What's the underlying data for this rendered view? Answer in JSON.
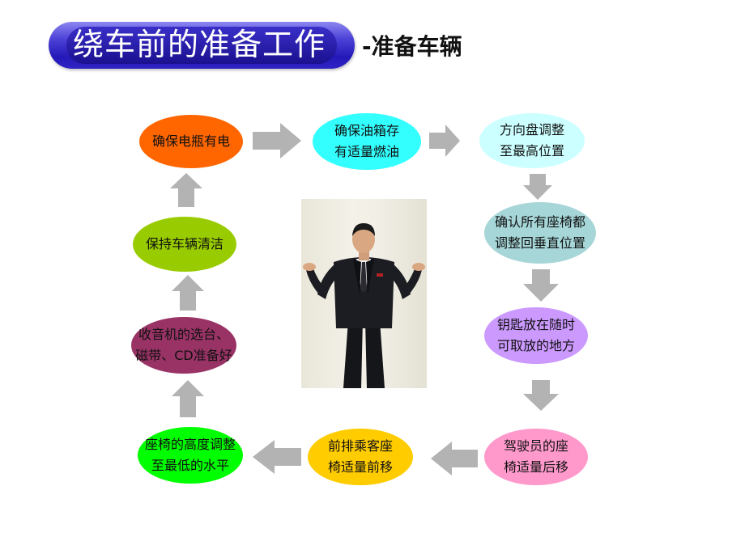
{
  "title": "绕车前的准备工作",
  "subtitle": "-准备车辆",
  "colors": {
    "banner": "#2a1fb6",
    "arrow": "#b3b3b3"
  },
  "nodes": [
    {
      "id": "battery",
      "label": "确保电瓶有电",
      "color": "#ff6600"
    },
    {
      "id": "fuel",
      "label": "确保油箱存\n有适量燃油",
      "color": "#33ffff"
    },
    {
      "id": "steering",
      "label": "方向盘调整\n至最高位置",
      "color": "#ccffff"
    },
    {
      "id": "seats-upright",
      "label": "确认所有座椅都\n调整回垂直位置",
      "color": "#a6d6d8"
    },
    {
      "id": "key",
      "label": "钥匙放在随时\n可取放的地方",
      "color": "#cc99ff"
    },
    {
      "id": "driver-seat",
      "label": "驾驶员的座\n椅适量后移",
      "color": "#ff99cc"
    },
    {
      "id": "passenger-seat",
      "label": "前排乘客座\n椅适量前移",
      "color": "#ffcc00"
    },
    {
      "id": "seat-height",
      "label": "座椅的高度调整\n至最低的水平",
      "color": "#00ff00"
    },
    {
      "id": "radio",
      "label": "收音机的选台、\n磁带、CD准备好",
      "color": "#993366"
    },
    {
      "id": "clean",
      "label": "保持车辆清洁",
      "color": "#99cc00"
    }
  ],
  "photo": {
    "icon": "presenter-person-icon"
  }
}
